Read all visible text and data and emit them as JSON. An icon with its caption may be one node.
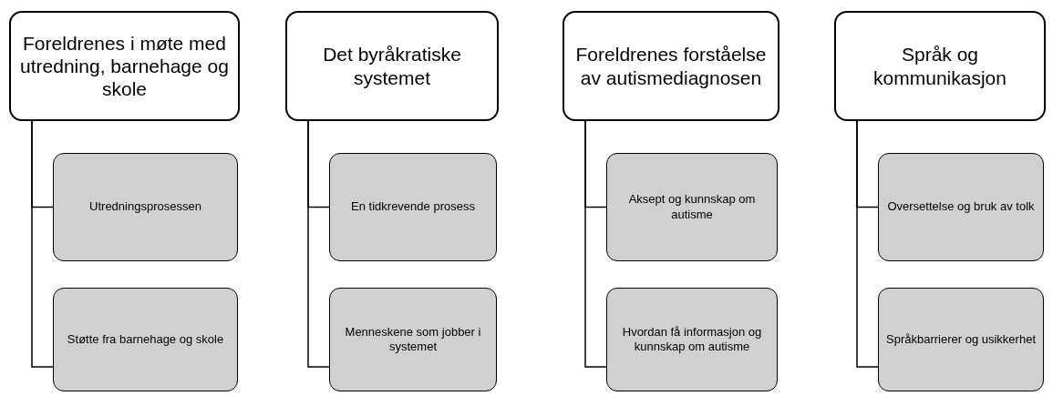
{
  "diagram": {
    "nodes": [
      {
        "text": [
          "Foreldrenes i møte med utredning, barnehage og skole"
        ]
      },
      {
        "text": [
          "Utredningsprosessen"
        ]
      },
      {
        "text": [
          "Støtte fra barnehage og skole"
        ]
      },
      {
        "text": [
          "Det byråkratiske systemet"
        ]
      },
      {
        "text": [
          "En tidkrevende prosess"
        ]
      },
      {
        "text": [
          "Menneskene som jobber i systemet"
        ]
      },
      {
        "text": [
          "Foreldrenes forståelse av autismediagnosen"
        ]
      },
      {
        "text": [
          "Aksept og kunnskap om autisme"
        ]
      },
      {
        "text": [
          "Hvordan få informasjon og kunnskap om autisme"
        ]
      },
      {
        "text": [
          "Språk og kommunikasjon"
        ]
      },
      {
        "text": [
          "Oversettelse og bruk av tolk"
        ]
      },
      {
        "text": [
          "Språkbarrierer og usikkerhet"
        ]
      }
    ],
    "edges": [
      {
        "from": 0,
        "to": 1,
        "arrow": "none"
      },
      {
        "from": 0,
        "to": 2,
        "arrow": "none"
      },
      {
        "from": 3,
        "to": 4,
        "arrow": "none"
      },
      {
        "from": 3,
        "to": 5,
        "arrow": "none"
      },
      {
        "from": 6,
        "to": 7,
        "arrow": "none"
      },
      {
        "from": 6,
        "to": 8,
        "arrow": "none"
      },
      {
        "from": 9,
        "to": 10,
        "arrow": "none"
      },
      {
        "from": 9,
        "to": 11,
        "arrow": "none"
      }
    ]
  }
}
